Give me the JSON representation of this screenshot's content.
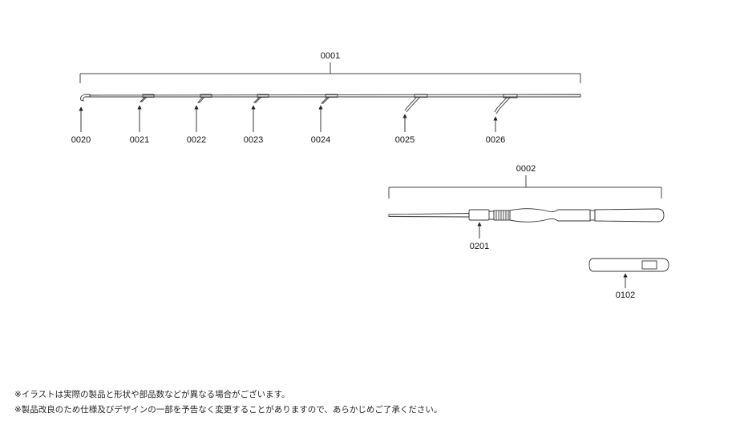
{
  "assemblies": {
    "tip_section": {
      "label": "0001"
    },
    "butt_section": {
      "label": "0002"
    }
  },
  "parts": {
    "p0020": "0020",
    "p0021": "0021",
    "p0022": "0022",
    "p0023": "0023",
    "p0024": "0024",
    "p0025": "0025",
    "p0026": "0026",
    "p0201": "0201",
    "p0102": "0102"
  },
  "notes": [
    "※イラストは実際の製品と形状や部品数などが異なる場合がございます。",
    "※製品改良のため仕様及びデザインの一部を予告なく変更することがありますので、あらかじめご了承ください。"
  ],
  "colors": {
    "line": "#333333",
    "text": "#111111"
  }
}
